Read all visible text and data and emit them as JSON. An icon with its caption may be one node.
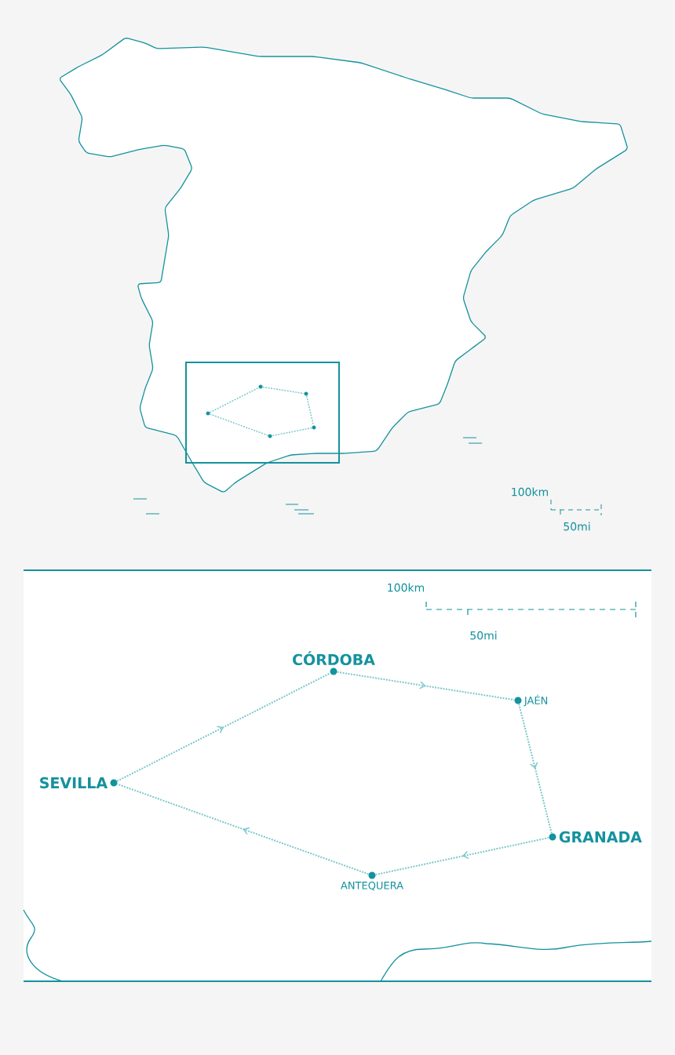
{
  "diagram": {
    "nodes": [
      {
        "text": [
          "SEVILLA"
        ]
      },
      {
        "text": [
          "CÓRDOBA"
        ]
      },
      {
        "text": [
          "JAÉN"
        ]
      },
      {
        "text": [
          "GRANADA"
        ]
      },
      {
        "text": [
          "ANTEQUERA"
        ]
      },
      {
        "text": [],
        "shape": "circle"
      },
      {
        "text": [],
        "shape": "circle"
      },
      {
        "text": [],
        "shape": "circle"
      },
      {
        "text": [],
        "shape": "circle"
      },
      {
        "text": [],
        "shape": "circle"
      }
    ],
    "edges": [
      {
        "from": 0,
        "to": 1,
        "arrow": "to"
      },
      {
        "from": 1,
        "to": 2,
        "arrow": "to"
      },
      {
        "from": 2,
        "to": 3,
        "arrow": "to"
      },
      {
        "from": 3,
        "to": 4,
        "arrow": "to"
      },
      {
        "from": 4,
        "to": 0,
        "arrow": "to"
      },
      {
        "from": 5,
        "to": 6,
        "arrow": "none"
      },
      {
        "from": 6,
        "to": 8,
        "arrow": "none"
      },
      {
        "from": 8,
        "to": 9,
        "arrow": "none"
      },
      {
        "from": 9,
        "to": 7,
        "arrow": "none"
      },
      {
        "from": 7,
        "to": 5,
        "arrow": "none"
      }
    ],
    "labels": [
      "100km",
      "50mi",
      "100km",
      "50mi"
    ]
  }
}
